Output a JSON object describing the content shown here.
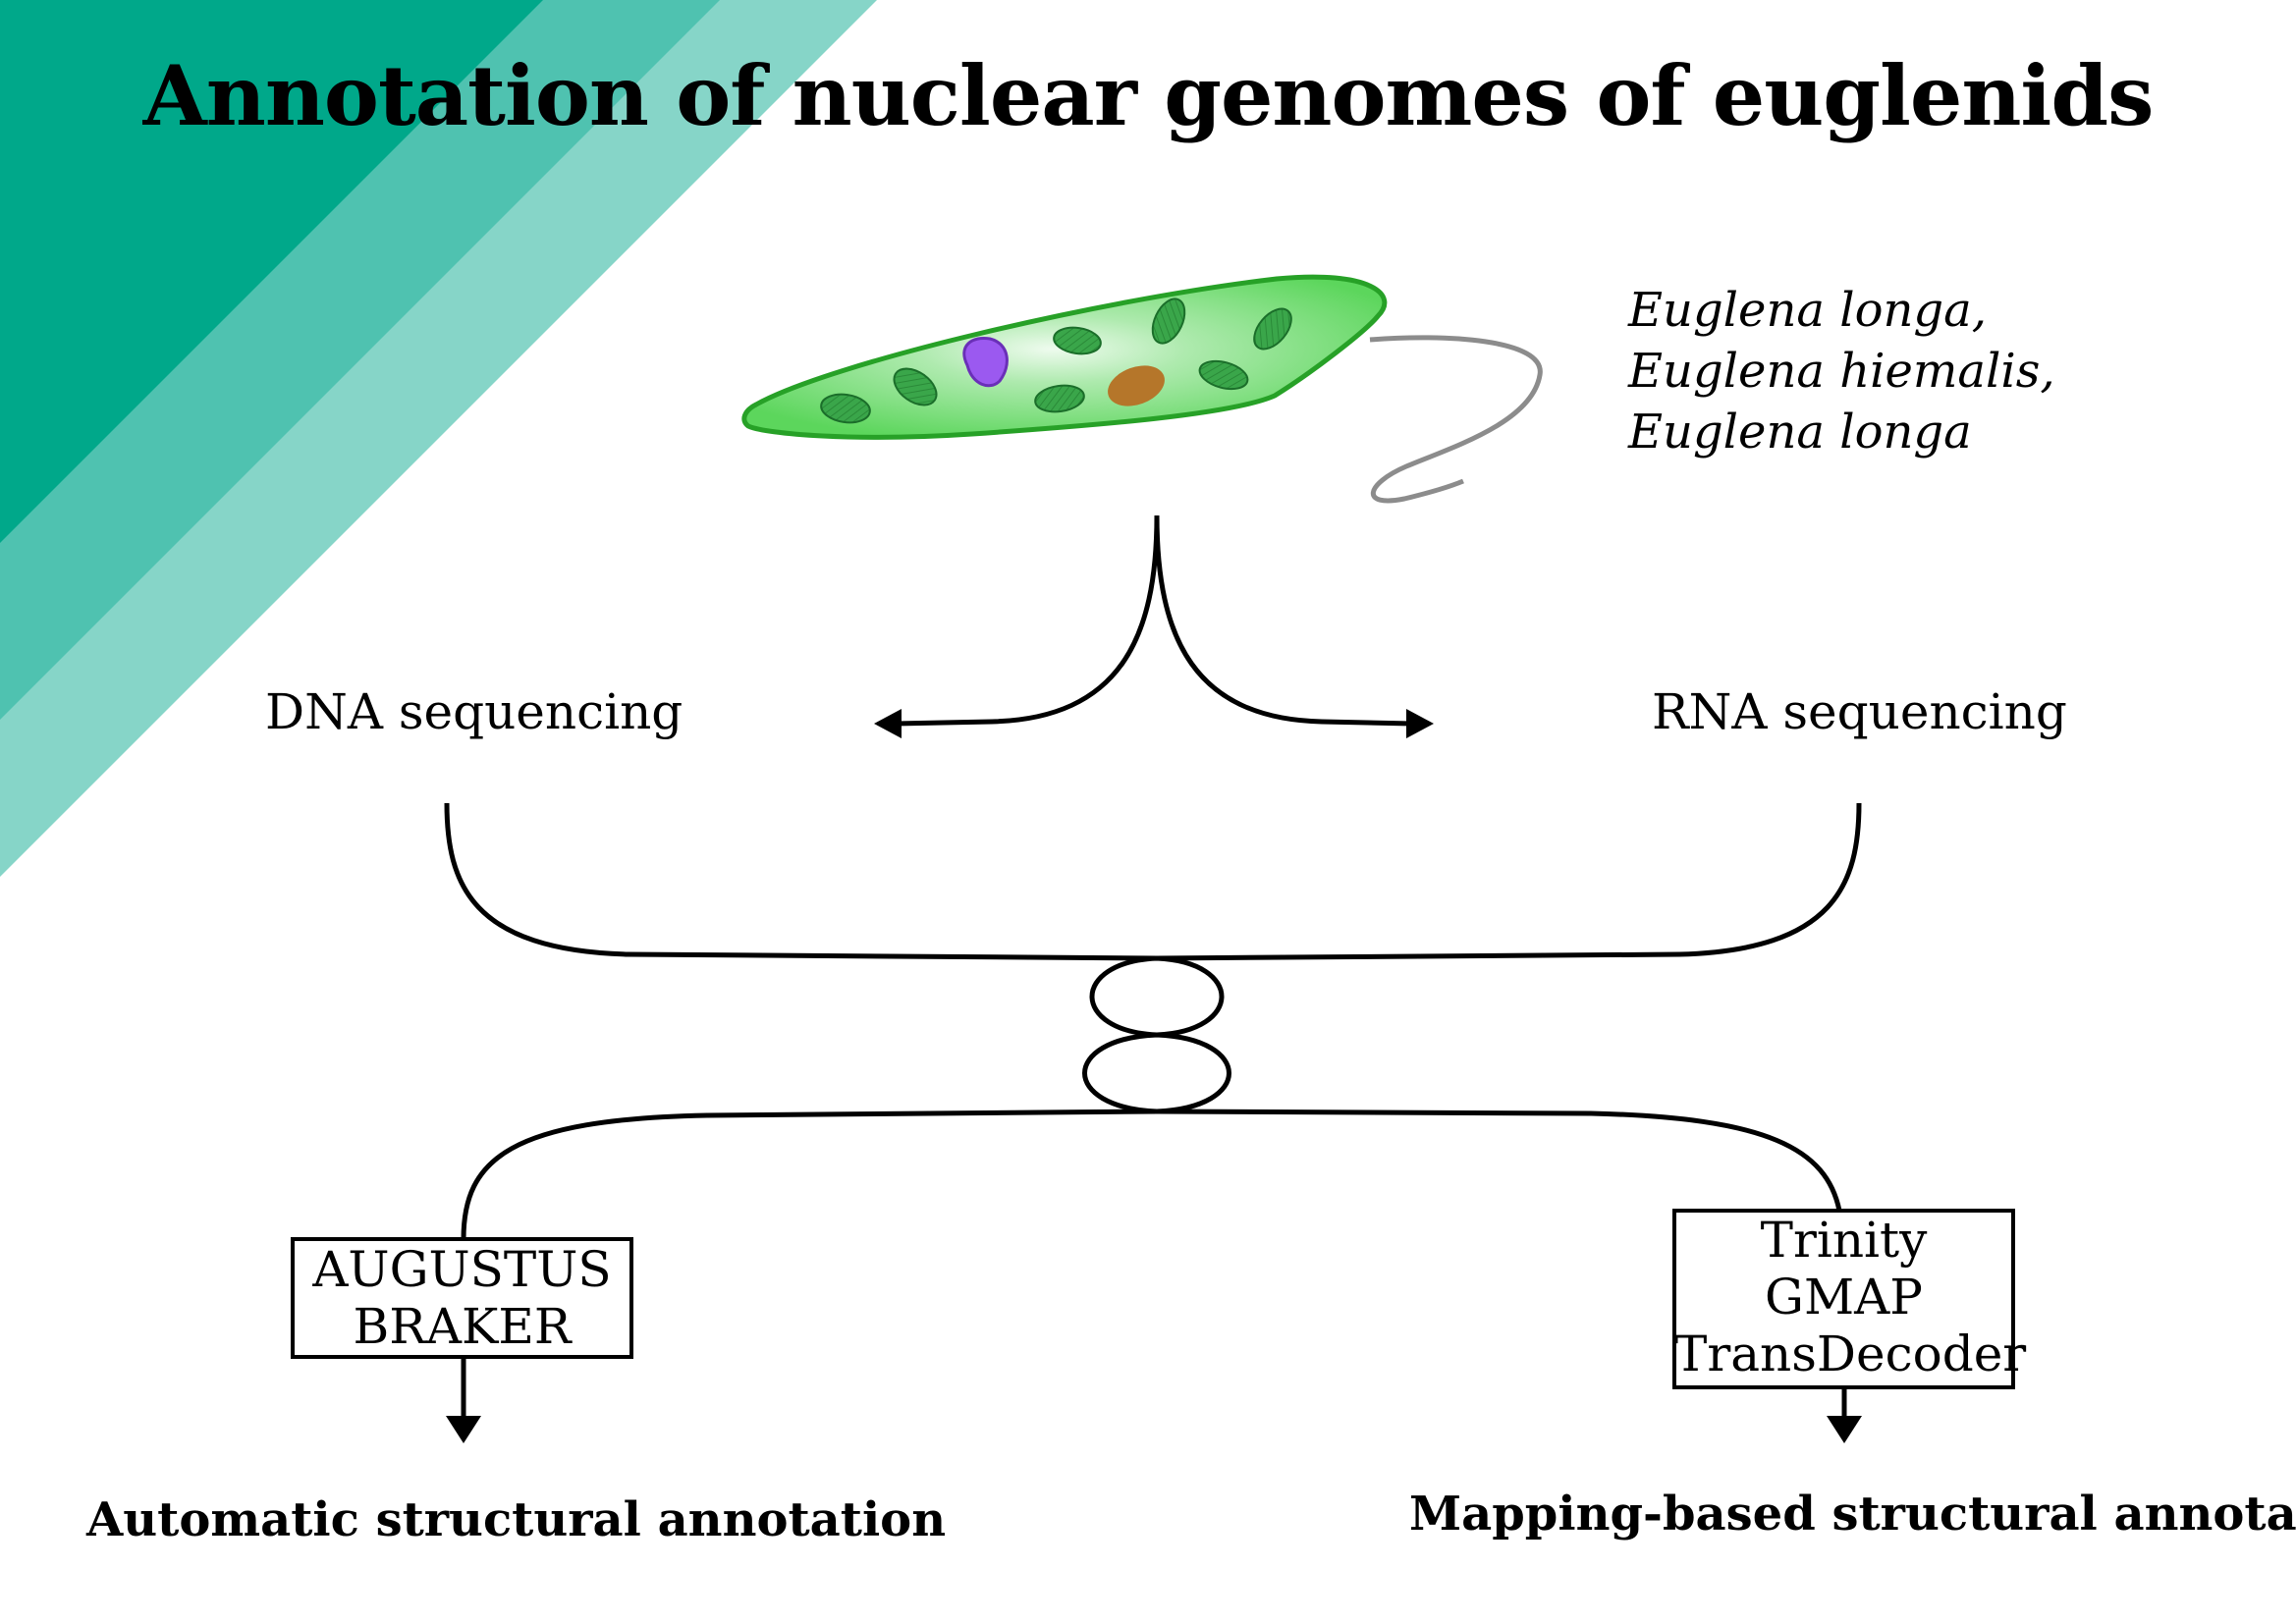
{
  "title": "Annotation of nuclear genomes of euglenids",
  "species": [
    "Euglena longa,",
    "Euglena hiemalis,",
    "Euglena longa"
  ],
  "branches": {
    "dna_label": "DNA sequencing",
    "rna_label": "RNA sequencing"
  },
  "tools": {
    "left": [
      "AUGUSTUS",
      "BRAKER"
    ],
    "right": [
      "Trinity",
      "GMAP",
      "TransDecoder"
    ]
  },
  "outputs": {
    "left": "Automatic structural annotation",
    "right": "Mapping-based structural annotation"
  },
  "colors": {
    "teal_dark": "#00a88a",
    "teal_mid": "#4fc2b0",
    "teal_light": "#86d5c8",
    "cell_fill": "#5cd65c",
    "cell_edge": "#27a127",
    "chloroplast": "#3aa64a",
    "nucleus": "#9b59f0",
    "stigma": "#b5762a",
    "flagellum": "#8c8c8c",
    "line": "#000000"
  }
}
